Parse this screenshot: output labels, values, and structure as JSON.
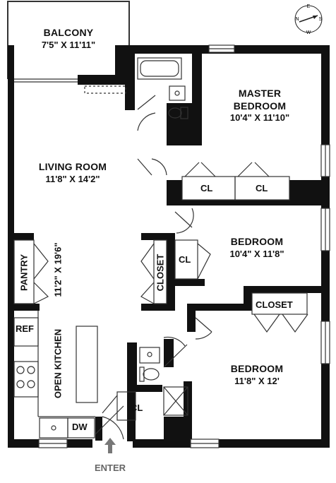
{
  "rooms": {
    "balcony": {
      "name": "BALCONY",
      "dims": "7'5\" X 11'11\""
    },
    "living": {
      "name": "LIVING ROOM",
      "dims": "11'8\" X 14'2\""
    },
    "master": {
      "name": "MASTER",
      "name2": "BEDROOM",
      "dims": "10'4\" X 11'10\""
    },
    "bedroom2": {
      "name": "BEDROOM",
      "dims": "10'4\" X 11'8\""
    },
    "bedroom3": {
      "name": "BEDROOM",
      "dims": "11'8\" X 12'"
    },
    "kitchen": {
      "name": "OPEN KITCHEN",
      "dims": "11'2\" X 19'6\""
    }
  },
  "labels": {
    "cl": "CL",
    "closet": "CLOSET",
    "pantry": "PANTRY",
    "ref": "REF",
    "dw": "DW",
    "enter": "ENTER"
  },
  "compass": {
    "n": "N",
    "e": "E",
    "s": "S",
    "w": "W"
  },
  "colors": {
    "wall": "#111111",
    "line": "#333333",
    "arrow": "#777777"
  }
}
